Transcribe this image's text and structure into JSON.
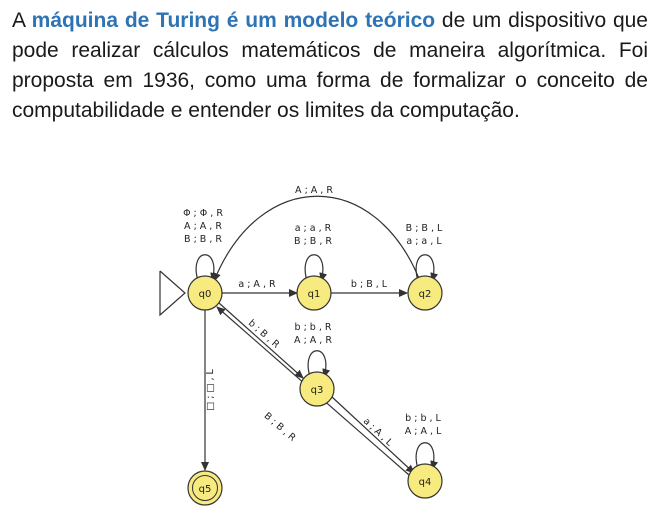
{
  "paragraph": {
    "t1": "A ",
    "b1": "máquina de Turing é um modelo teórico",
    "t2": " de um dispositivo que pode realizar cálculos matemáticos de maneira algorítmica. Foi proposta em 1936, como uma forma de formalizar o conceito de computabilidade e entender os limites da computação."
  },
  "colors": {
    "highlight": "#2e74b5",
    "node_fill": "#f7ea7e",
    "node_stroke": "#333333"
  },
  "diagram": {
    "nodes": {
      "q0": "q0",
      "q1": "q1",
      "q2": "q2",
      "q3": "q3",
      "q4": "q4",
      "q5": "q5"
    },
    "loops": {
      "q0": [
        "Φ ; Φ , R",
        "A ; A , R",
        "B ; B , R"
      ],
      "q1": [
        "a ; a , R",
        "B ; B , R"
      ],
      "q2": [
        "B ; B , L",
        "a ; a , L"
      ],
      "q3": [
        "b ; b , R",
        "A ; A , R"
      ],
      "q4": [
        "b ; b , L",
        "A ; A , L"
      ]
    },
    "edges": {
      "q0_q1": "a ; A , R",
      "q1_q2": "b ; B , L",
      "q2_q0": "A ; A , R",
      "q0_q3": "b ; B , R",
      "q3_q4": "a ; A , L",
      "q4_q0": "B ; B , R",
      "q0_q5": "□ ; □ , L"
    }
  }
}
